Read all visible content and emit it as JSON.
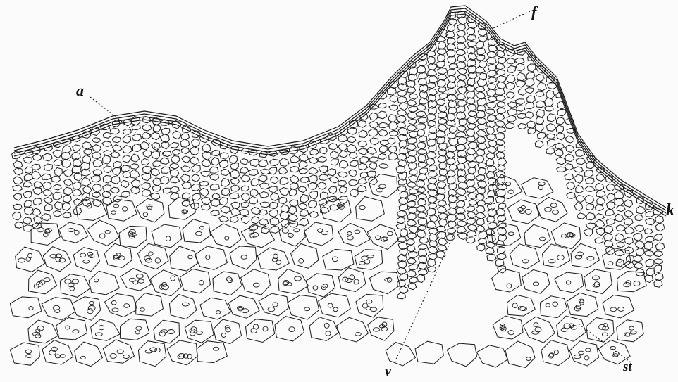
{
  "figure": {
    "labels": {
      "a": "a",
      "f": "f",
      "k": "k",
      "v": "v",
      "st": "st"
    }
  },
  "colors": {
    "ink": "#1a1a1a",
    "paper": "#fbfbfb"
  }
}
